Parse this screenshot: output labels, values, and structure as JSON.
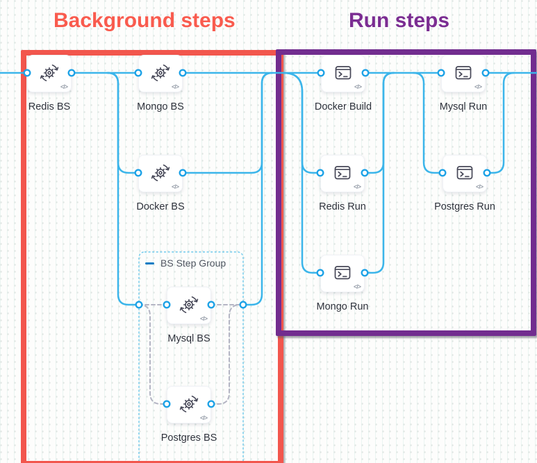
{
  "canvas": {
    "annotations": {
      "background_box_title": "Background steps",
      "run_box_title": "Run steps"
    },
    "colors": {
      "background_box_border": "#f2564d",
      "background_title_text": "#f95b4e",
      "run_box_border": "#722d8f",
      "run_title_text": "#7b2d92",
      "connector_line": "#3bb5ea",
      "port_ring": "#1da2e6",
      "step_group_border": "#6fc9ec",
      "step_group_connector": "#b4b5c4"
    }
  },
  "step_group": {
    "label": "BS Step Group"
  },
  "nodes": {
    "redis_bs": {
      "label": "Redis BS"
    },
    "mongo_bs": {
      "label": "Mongo BS"
    },
    "docker_bs": {
      "label": "Docker BS"
    },
    "mysql_bs": {
      "label": "Mysql BS"
    },
    "postgres_bs": {
      "label": "Postgres BS"
    },
    "docker_build": {
      "label": "Docker Build"
    },
    "mysql_run": {
      "label": "Mysql Run"
    },
    "redis_run": {
      "label": "Redis Run"
    },
    "postgres_run": {
      "label": "Postgres Run"
    },
    "mongo_run": {
      "label": "Mongo Run"
    }
  },
  "icons": {
    "code_snippet": "</>"
  }
}
